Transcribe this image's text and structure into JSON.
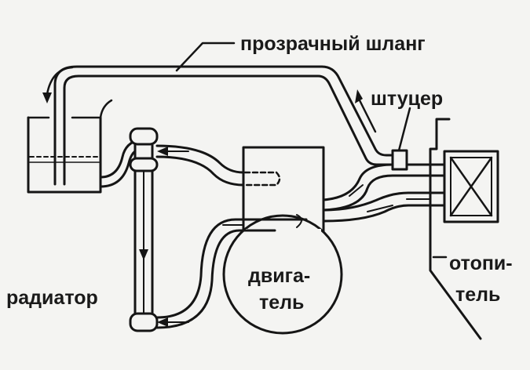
{
  "labels": {
    "hose": "прозрачный шланг",
    "fitting": "штуцер",
    "radiator": "радиатор",
    "engine_line1": "двига-",
    "engine_line2": "тель",
    "heater_line1": "отопи-",
    "heater_line2": "тель"
  },
  "colors": {
    "ink": "#151515",
    "background": "#f4f4f2"
  }
}
